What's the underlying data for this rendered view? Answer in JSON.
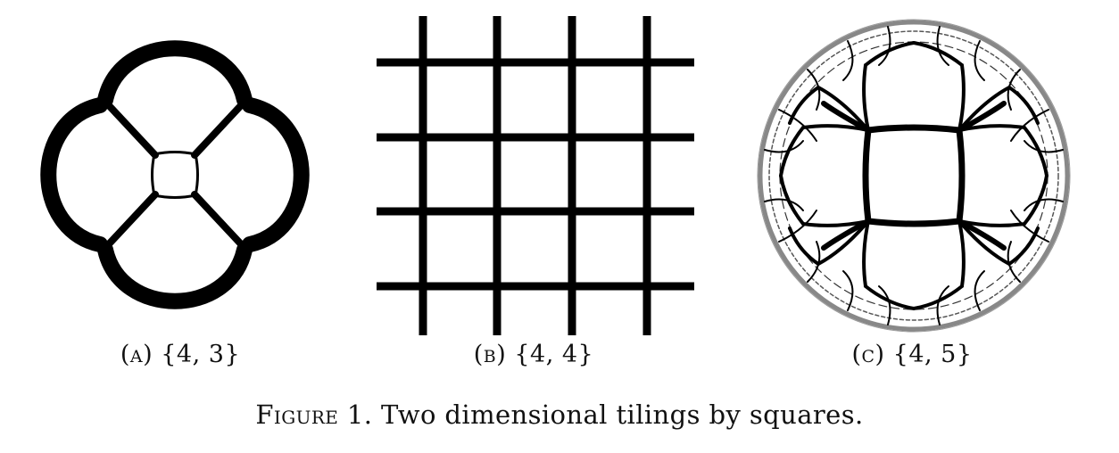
{
  "figure": {
    "caption_label": "Figure 1.",
    "caption_text": "Two dimensional tilings by squares."
  },
  "panels": [
    {
      "label": "(a)",
      "symbol": "{4, 3}"
    },
    {
      "label": "(b)",
      "symbol": "{4, 4}"
    },
    {
      "label": "(c)",
      "symbol": "{4, 5}"
    }
  ]
}
